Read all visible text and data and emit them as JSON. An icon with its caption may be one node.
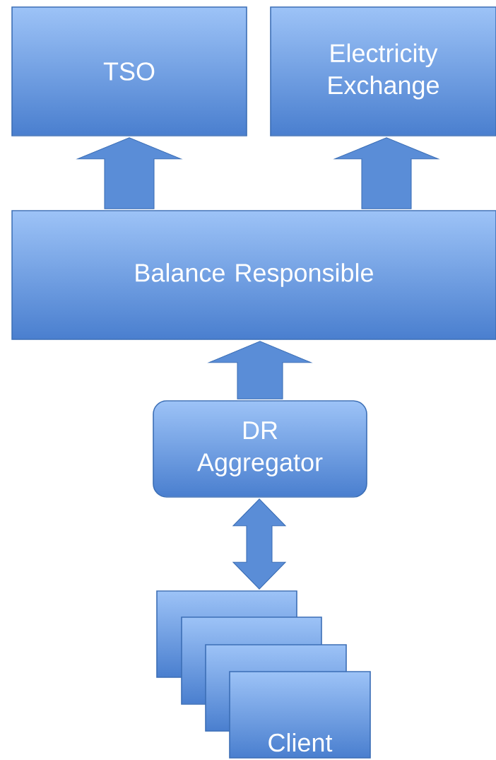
{
  "diagram": {
    "nodes": [
      {
        "text": [
          "TSO"
        ]
      },
      {
        "text": [
          "Electricity Exchange"
        ]
      },
      {
        "text": [
          "Balance Responsible"
        ]
      },
      {
        "text": [
          "DR Aggregator"
        ]
      },
      {
        "text": [],
        "shape": "box"
      },
      {
        "text": [],
        "shape": "box"
      },
      {
        "text": [],
        "shape": "box"
      },
      {
        "text": [
          "Client"
        ]
      }
    ],
    "edges": [
      {
        "from": 2,
        "to": 0,
        "arrow": "to"
      },
      {
        "from": 2,
        "to": 1,
        "arrow": "to"
      },
      {
        "from": 3,
        "to": 2,
        "arrow": "to"
      },
      {
        "from": 3,
        "to": 4,
        "arrow": "both"
      }
    ]
  }
}
